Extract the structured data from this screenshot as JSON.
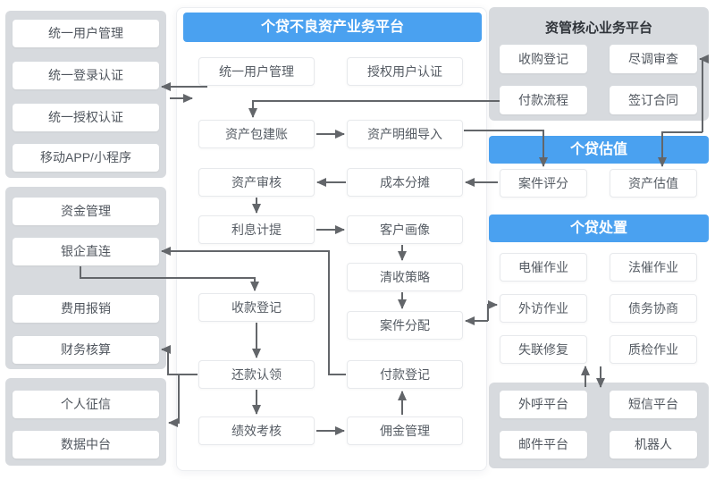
{
  "left": {
    "group1": [
      "统一用户管理",
      "统一登录认证",
      "统一授权认证",
      "移动APP/小程序"
    ],
    "group2": [
      "资金管理",
      "银企直连",
      "费用报销",
      "财务核算"
    ],
    "group3": [
      "个人征信",
      "数据中台"
    ]
  },
  "center": {
    "title": "个贷不良资产业务平台",
    "boxes": [
      "统一用户管理",
      "授权用户认证",
      "资产包建账",
      "资产明细导入",
      "资产审核",
      "成本分摊",
      "利息计提",
      "客户画像",
      "清收策略",
      "收款登记",
      "案件分配",
      "还款认领",
      "付款登记",
      "绩效考核",
      "佣金管理"
    ]
  },
  "right_top": {
    "title": "资管核心业务平台",
    "boxes": [
      "收购登记",
      "尽调审查",
      "付款流程",
      "签订合同"
    ]
  },
  "valuation": {
    "title": "个贷估值",
    "boxes": [
      "案件评分",
      "资产估值"
    ]
  },
  "disposal": {
    "title": "个贷处置",
    "boxes": [
      "电催作业",
      "法催作业",
      "外访作业",
      "债务协商",
      "失联修复",
      "质检作业"
    ]
  },
  "channels": {
    "boxes": [
      "外呼平台",
      "短信平台",
      "邮件平台",
      "机器人"
    ]
  },
  "colors": {
    "accent_blue": "#4aa1f0",
    "panel_gray": "#d7dade",
    "arrow_gray": "#63666a",
    "box_border": "#e7e9ec"
  }
}
